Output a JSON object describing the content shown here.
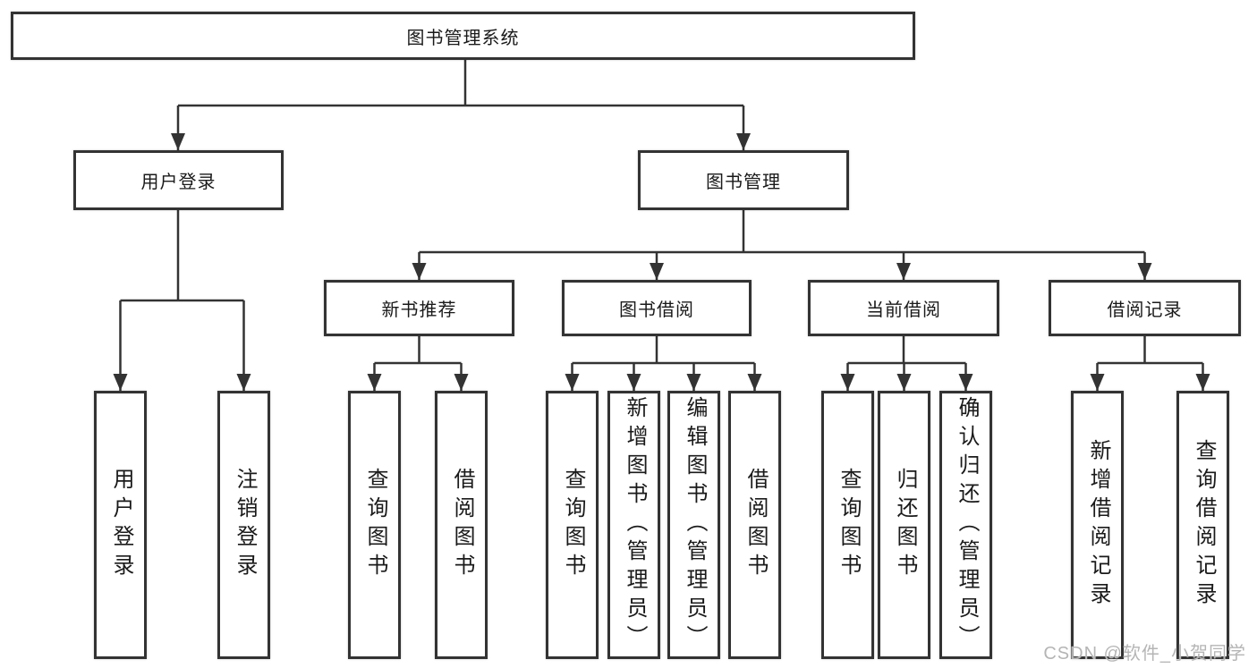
{
  "tree": {
    "label": "图书管理系统",
    "children": [
      {
        "label": "用户登录",
        "children": [
          {
            "label": "用户登录"
          },
          {
            "label": "注销登录"
          }
        ]
      },
      {
        "label": "图书管理",
        "children": [
          {
            "label": "新书推荐",
            "children": [
              {
                "label": "查询图书"
              },
              {
                "label": "借阅图书"
              }
            ]
          },
          {
            "label": "图书借阅",
            "children": [
              {
                "label": "查询图书"
              },
              {
                "label": "新增图书（管理员）"
              },
              {
                "label": "编辑图书（管理员）"
              },
              {
                "label": "借阅图书"
              }
            ]
          },
          {
            "label": "当前借阅",
            "children": [
              {
                "label": "查询图书"
              },
              {
                "label": "归还图书"
              },
              {
                "label": "确认归还（管理员）"
              }
            ]
          },
          {
            "label": "借阅记录",
            "children": [
              {
                "label": "新增借阅记录"
              },
              {
                "label": "查询借阅记录"
              }
            ]
          }
        ]
      }
    ]
  },
  "watermark": {
    "text": "CSDN @软件_小贺同学"
  },
  "colors": {
    "line": "#333333",
    "border": "#333333",
    "text": "#1a1a1a",
    "background": "#ffffff",
    "watermark": "#b5b5b5"
  }
}
